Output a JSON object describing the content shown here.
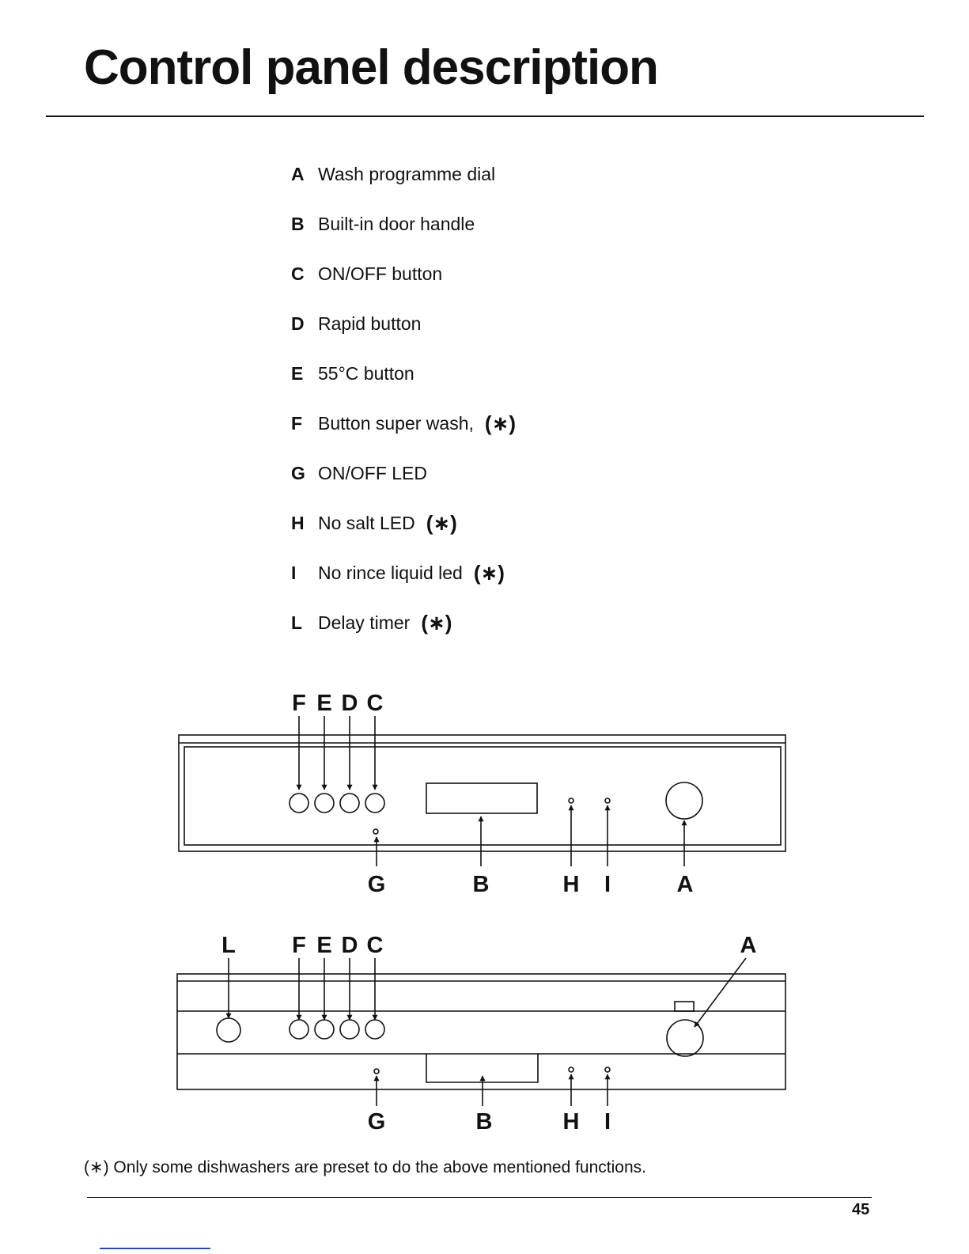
{
  "page": {
    "title": "Control panel description",
    "page_number": "45",
    "footnote": "(∗) Only some dishwashers are preset to do the above mentioned functions."
  },
  "legend": [
    {
      "key": "A",
      "text": "Wash programme dial",
      "note": ""
    },
    {
      "key": "B",
      "text": "Built-in door handle",
      "note": ""
    },
    {
      "key": "C",
      "text": "ON/OFF button",
      "note": ""
    },
    {
      "key": "D",
      "text": "Rapid button",
      "note": ""
    },
    {
      "key": "E",
      "text": "55°C button",
      "note": ""
    },
    {
      "key": "F",
      "text": "Button super wash,",
      "note": "(∗)"
    },
    {
      "key": "G",
      "text": "ON/OFF LED",
      "note": ""
    },
    {
      "key": "H",
      "text": "No salt LED",
      "note": "(∗)"
    },
    {
      "key": "I",
      "text": "No rince liquid led",
      "note": "(∗)"
    },
    {
      "key": "L",
      "text": "Delay timer",
      "note": "(∗)"
    }
  ],
  "diagram1": {
    "top_labels": [
      "F",
      "E",
      "D",
      "C"
    ],
    "bottom_labels": [
      "G",
      "B",
      "H",
      "I",
      "A"
    ]
  },
  "diagram2": {
    "top_labels": [
      "L",
      "F",
      "E",
      "D",
      "C",
      "A"
    ],
    "bottom_labels": [
      "G",
      "B",
      "H",
      "I"
    ]
  },
  "colors": {
    "ink": "#111111",
    "background": "#ffffff",
    "scan_mark": "#2244dd"
  }
}
